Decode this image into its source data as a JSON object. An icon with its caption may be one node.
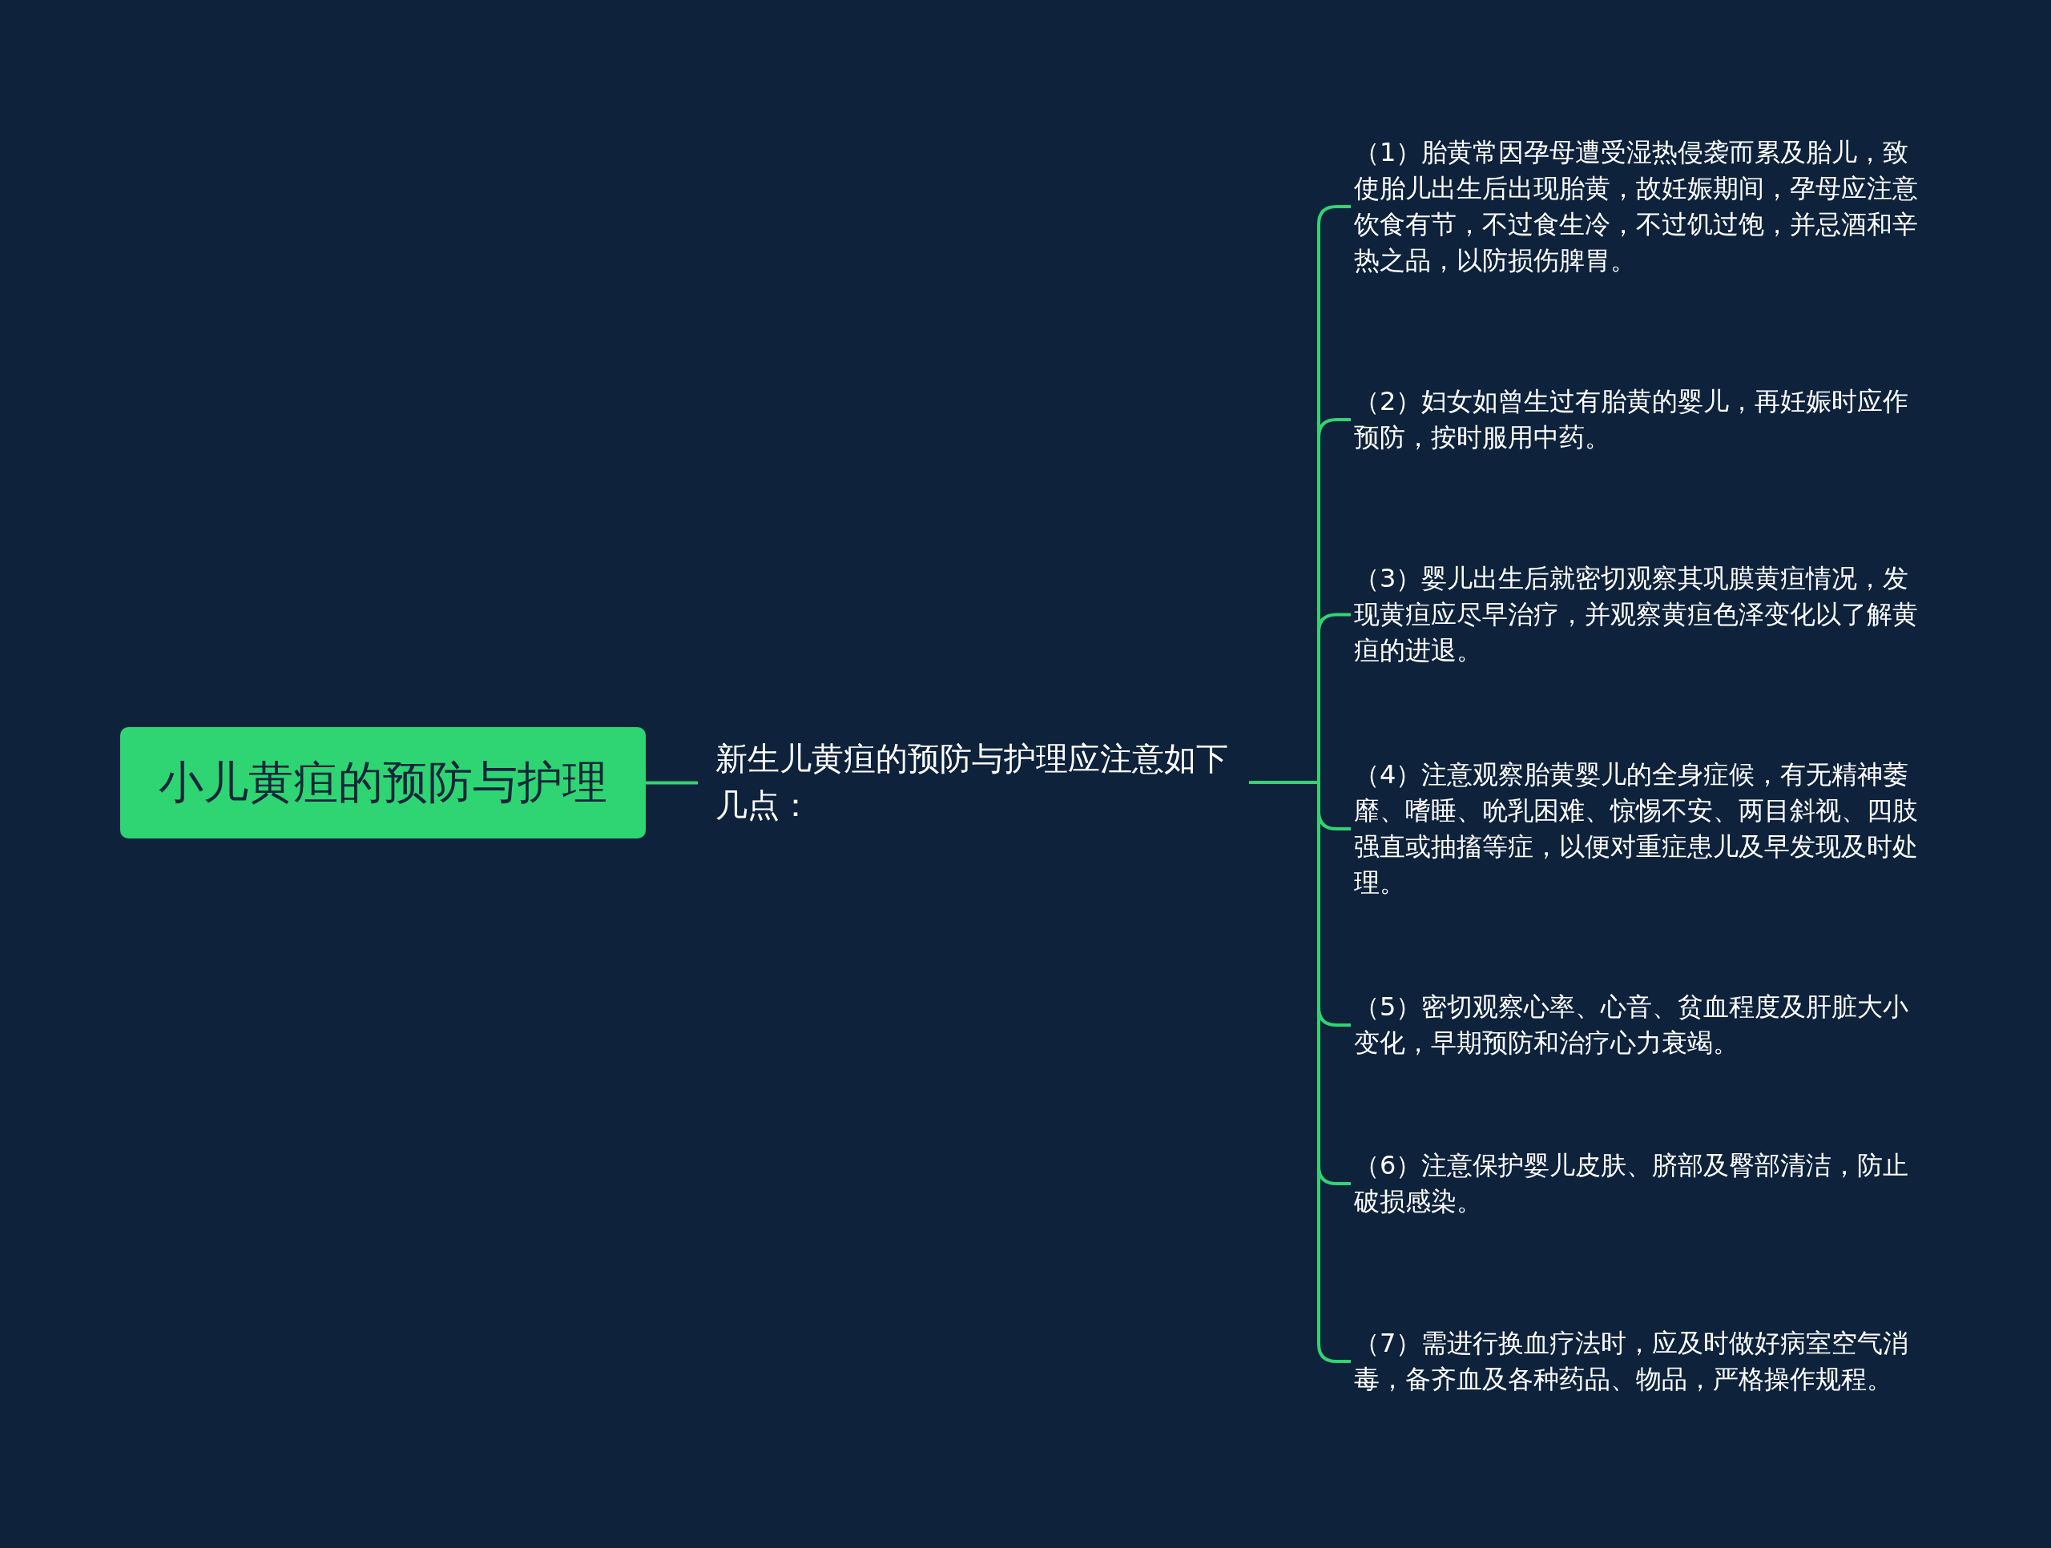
{
  "diagram": {
    "nodes": [
      {
        "text": [
          "小儿黄疸的预防与护理"
        ]
      },
      {
        "text": [
          "新生儿黄疸的预防与护理应注意如下几点："
        ]
      },
      {
        "text": [
          "（1）胎黄常因孕母遭受湿热侵袭而累及胎儿，致使胎儿出生后出现胎黄，故妊娠期间，孕母应注意饮食有节，不过食生冷，不过饥过饱，并忌酒和辛热之品，以防损伤脾胃。"
        ]
      },
      {
        "text": [
          "（2）妇女如曾生过有胎黄的婴儿，再妊娠时应作预防，按时服用中药。"
        ]
      },
      {
        "text": [
          "（3）婴儿出生后就密切观察其巩膜黄疸情况，发现黄疸应尽早治疗，并观察黄疸色泽变化以了解黄疸的进退。"
        ]
      },
      {
        "text": [
          "（4）注意观察胎黄婴儿的全身症候，有无精神萎靡、嗜睡、吮乳困难、惊惕不安、两目斜视、四肢强直或抽搐等症，以便对重症患儿及早发现及时处理。"
        ]
      },
      {
        "text": [
          "（5）密切观察心率、心音、贫血程度及肝脏大小变化，早期预防和治疗心力衰竭。"
        ]
      },
      {
        "text": [
          "（6）注意保护婴儿皮肤、脐部及臀部清洁，防止破损感染。"
        ]
      },
      {
        "text": [
          "（7）需进行换血疗法时，应及时做好病室空气消毒，备齐血及各种药品、物品，严格操作规程。"
        ]
      }
    ],
    "edges": [
      {
        "from": 0,
        "to": 1,
        "arrow": "none"
      },
      {
        "from": 1,
        "to": 2,
        "arrow": "none"
      },
      {
        "from": 1,
        "to": 3,
        "arrow": "none"
      },
      {
        "from": 1,
        "to": 4,
        "arrow": "none"
      },
      {
        "from": 1,
        "to": 5,
        "arrow": "none"
      },
      {
        "from": 1,
        "to": 6,
        "arrow": "none"
      },
      {
        "from": 1,
        "to": 7,
        "arrow": "none"
      },
      {
        "from": 1,
        "to": 8,
        "arrow": "none"
      }
    ]
  }
}
